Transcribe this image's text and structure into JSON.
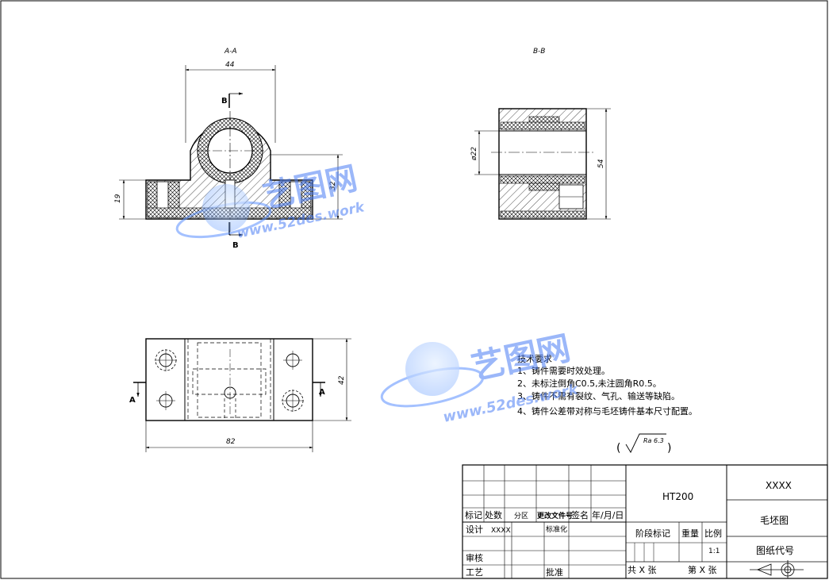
{
  "views": {
    "section_aa_label": "A-A",
    "section_bb_label": "B-B",
    "cut_b_top": "B",
    "cut_b_bottom": "B",
    "cut_a_left": "A",
    "cut_a_right": "A"
  },
  "dimensions": {
    "width_44": "44",
    "height_19": "19",
    "height_32": "32",
    "dia_22": "ø22",
    "height_54": "54",
    "height_42": "42",
    "length_82": "82"
  },
  "tech_requirements": {
    "heading": "技术要求",
    "items": [
      "1、铸件需要时效处理。",
      "2、未标注倒角C0.5,未注圆角R0.5。",
      "3、铸件不需有裂纹、气孔、输送等缺陷。",
      "4、铸件公差带对称与毛坯铸件基本尺寸配置。"
    ]
  },
  "roughness": {
    "open": "(",
    "value": "Ra 6.3",
    "close": ")"
  },
  "title_block": {
    "material": "HT200",
    "company": "XXXX",
    "drawing_name": "毛坯图",
    "drawing_code_label": "图纸代号",
    "col_mark": "标记",
    "col_count": "处数",
    "col_zone": "分区",
    "col_change_doc": "更改文件号",
    "col_sign": "签名",
    "col_date": "年/月/日",
    "design_label": "设计",
    "design_value": "XXXX",
    "standardize_label": "标准化",
    "review_label": "审核",
    "process_label": "工艺",
    "approve_label": "批准",
    "stage_mark": "阶段标记",
    "weight": "重量",
    "scale_label": "比例",
    "scale_value": "1:1",
    "total_sheets": "共 X 张",
    "sheet_no": "第 X 张"
  },
  "watermark": {
    "brand": "艺图网",
    "url": "www.52des.work"
  }
}
